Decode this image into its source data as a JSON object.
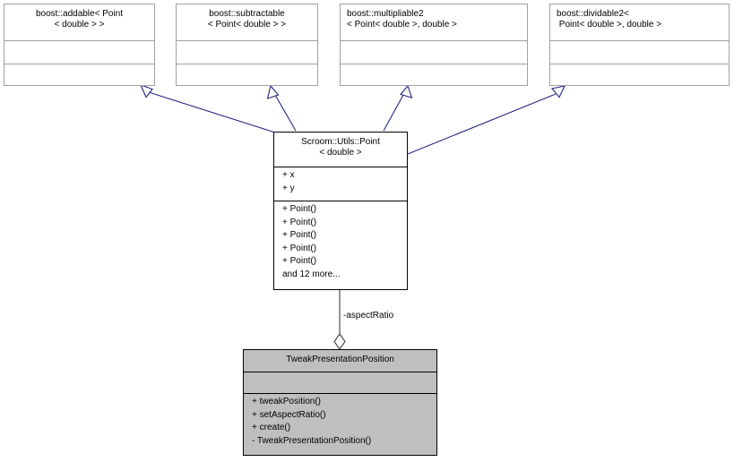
{
  "diagram": {
    "title": "Scroom::Utils::Point< double > class inheritance diagram",
    "colors": {
      "inheritance_edge": "#26267f",
      "association_edge": "#404040",
      "box_fill": "#ffffff",
      "highlight_fill": "#bfbfbf",
      "border_light": "#a0a0a0",
      "border_dark": "#000000"
    }
  },
  "classes": {
    "addable": {
      "name_lines": [
        "boost::addable< Point",
        "< double > >"
      ],
      "attributes": [],
      "methods": []
    },
    "subtractable": {
      "name_lines": [
        "boost::subtractable",
        "< Point< double > >"
      ],
      "attributes": [],
      "methods": []
    },
    "multipliable2": {
      "name_lines": [
        "boost::multipliable2",
        "< Point< double >, double >"
      ],
      "attributes": [],
      "methods": []
    },
    "dividable2": {
      "name_lines": [
        "boost::dividable2<",
        " Point< double >, double >"
      ],
      "attributes": [],
      "methods": []
    },
    "point": {
      "name_lines": [
        "Scroom::Utils::Point",
        "< double >"
      ],
      "attributes": [
        "+ x",
        "+ y"
      ],
      "methods": [
        "+ Point()",
        "+ Point()",
        "+ Point()",
        "+ Point()",
        "+ Point()",
        "and 12 more..."
      ]
    },
    "tweak": {
      "name_lines": [
        "TweakPresentationPosition"
      ],
      "attributes": [],
      "methods": [
        "+ tweakPosition()",
        "+ setAspectRatio()",
        "+ create()",
        "- TweakPresentationPosition()"
      ]
    }
  },
  "relations": {
    "aspect_ratio_label": "-aspectRatio"
  }
}
